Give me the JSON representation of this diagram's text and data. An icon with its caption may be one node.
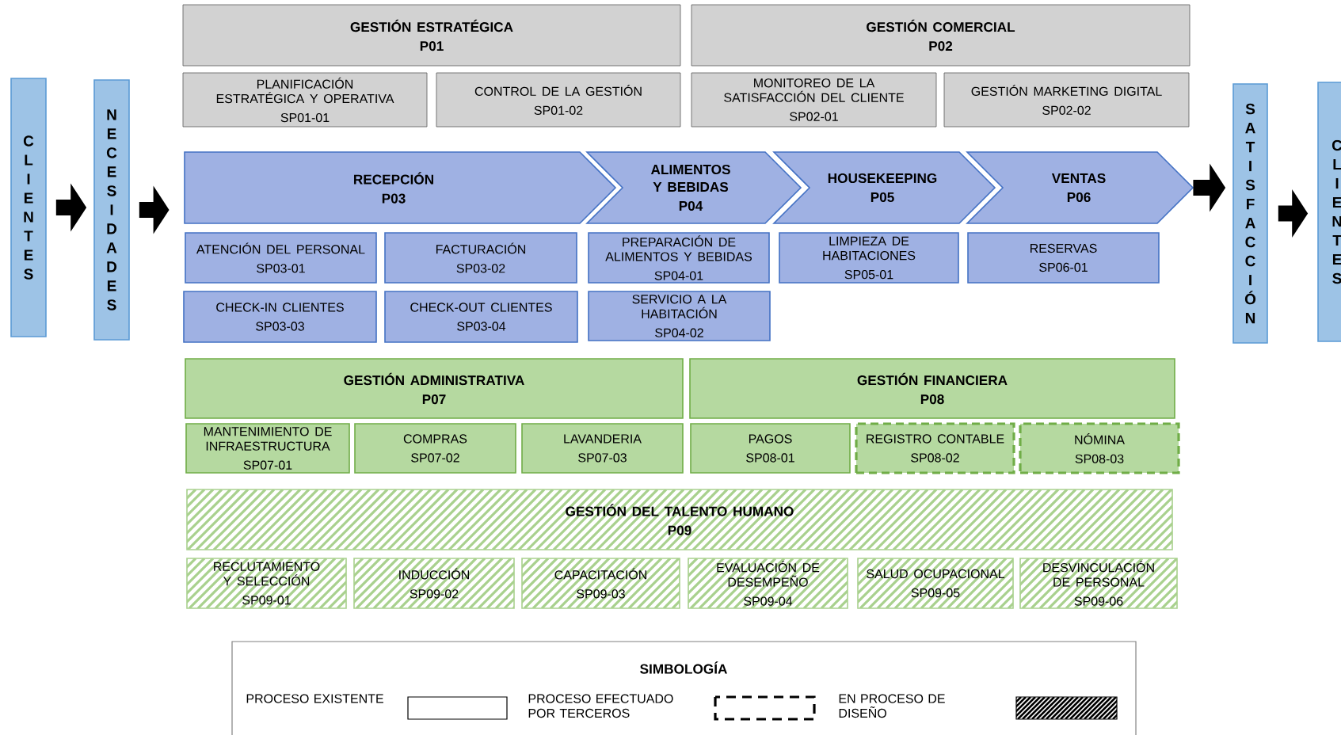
{
  "diagram": {
    "nodes": [
      {
        "text": [
          "CLIENTES"
        ]
      },
      {
        "text": [
          "NECESIDADES"
        ]
      },
      {
        "text": [
          "GESTIÓN ESTRATÉGICA",
          "P01"
        ]
      },
      {
        "text": [
          "PLANIFICACIÓN ESTRATÉGICA Y OPERATIVA",
          "SP01-01"
        ]
      },
      {
        "text": [
          "CONTROL DE LA GESTIÓN",
          "SP01-02"
        ]
      },
      {
        "text": [
          "GESTIÓN COMERCIAL",
          "P02"
        ]
      },
      {
        "text": [
          "MONITOREO DE LA SATISFACCIÓN DEL CLIENTE",
          "SP02-01"
        ]
      },
      {
        "text": [
          "GESTIÓN MARKETING DIGITAL",
          "SP02-02"
        ]
      },
      {
        "text": [
          "RECEPCIÓN",
          "P03"
        ]
      },
      {
        "text": [
          "ALIMENTOS Y BEBIDAS",
          "P04"
        ]
      },
      {
        "text": [
          "HOUSEKEEPING",
          "P05"
        ]
      },
      {
        "text": [
          "VENTAS",
          "P06"
        ]
      },
      {
        "text": [
          "ATENCIÓN DEL PERSONAL",
          "SP03-01"
        ]
      },
      {
        "text": [
          "FACTURACIÓN",
          "SP03-02"
        ]
      },
      {
        "text": [
          "PREPARACIÓN DE ALIMENTOS Y BEBIDAS",
          "SP04-01"
        ]
      },
      {
        "text": [
          "LIMPIEZA DE HABITACIONES",
          "SP05-01"
        ]
      },
      {
        "text": [
          "RESERVAS",
          "SP06-01"
        ]
      },
      {
        "text": [
          "CHECK-IN CLIENTES",
          "SP03-03"
        ]
      },
      {
        "text": [
          "CHECK-OUT CLIENTES",
          "SP03-04"
        ]
      },
      {
        "text": [
          "SERVICIO A LA HABITACIÓN",
          "SP04-02"
        ]
      },
      {
        "text": [
          "SATISFACCIÓN"
        ]
      },
      {
        "text": [
          "CLIENTES"
        ]
      },
      {
        "text": [
          "GESTIÓN ADMINISTRATIVA",
          "P07"
        ]
      },
      {
        "text": [
          "GESTIÓN FINANCIERA",
          "P08"
        ]
      },
      {
        "text": [
          "MANTENIMIENTO DE INFRAESTRUCTURA",
          "SP07-01"
        ]
      },
      {
        "text": [
          "COMPRAS",
          "SP07-02"
        ]
      },
      {
        "text": [
          "LAVANDERIA",
          "SP07-03"
        ]
      },
      {
        "text": [
          "PAGOS",
          "SP08-01"
        ]
      },
      {
        "text": [
          "REGISTRO CONTABLE",
          "SP08-02"
        ]
      },
      {
        "text": [
          "NÓMINA",
          "SP08-03"
        ]
      },
      {
        "text": [
          "GESTIÓN DEL TALENTO HUMANO",
          "P09"
        ]
      },
      {
        "text": [
          "RECLUTAMIENTO Y SELECCIÓN",
          "SP09-01"
        ]
      },
      {
        "text": [
          "INDUCCIÓN",
          "SP09-02"
        ]
      },
      {
        "text": [
          "CAPACITACIÓN",
          "SP09-03"
        ]
      },
      {
        "text": [
          "EVALUACIÓN DE DESEMPEÑO",
          "SP09-04"
        ]
      },
      {
        "text": [
          "SALUD OCUPACIONAL",
          "SP09-05"
        ]
      },
      {
        "text": [
          "DESVINCULACIÓN DE PERSONAL",
          "SP09-06"
        ]
      }
    ],
    "edges": [
      {
        "from": 0,
        "to": 1,
        "arrow": "to"
      },
      {
        "from": 1,
        "to": 8,
        "arrow": "to"
      },
      {
        "from": 11,
        "to": 20,
        "arrow": "to"
      },
      {
        "from": 20,
        "to": 21,
        "arrow": "to"
      }
    ],
    "labels": [
      "SIMBOLOGÍA"
    ],
    "legend": [
      {
        "text": "PROCESO EXISTENTE"
      },
      {
        "text": "PROCESO EFECTUADO POR TERCEROS"
      },
      {
        "text": "EN PROCESO DE DISEÑO"
      }
    ]
  }
}
